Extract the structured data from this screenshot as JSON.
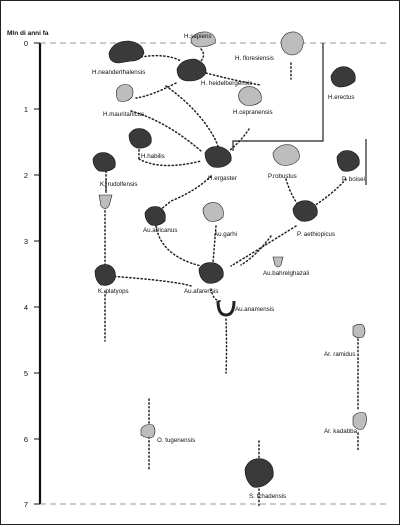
{
  "axis": {
    "title": "Mln di anni fa",
    "ticks": [
      "0",
      "1",
      "2",
      "3",
      "4",
      "5",
      "6",
      "7"
    ]
  },
  "species": {
    "h_sapiens": "H.sapiens",
    "h_floresiensis": "H. floresiensis",
    "h_neanderthalensis": "H.neanderthalensis",
    "h_heidelbergensis": "H. heidelbergensis",
    "h_mauritanicus": "H.mauritanicus",
    "h_cepranensis": "H.cepranensis",
    "h_erectus": "H.erectus",
    "h_habilis": "H.habilis",
    "h_ergaster": "H.ergaster",
    "p_robustus": "P.robustus",
    "p_boisei": "P. boisei",
    "k_rudolfensis": "K. rudolfensis",
    "au_africanus": "Au.africanus",
    "au_garhi": "Au.garhi",
    "p_aethiopicus": "P. aethiopicus",
    "au_bahrelghazali": "Au.bahrelghazali",
    "k_platyops": "K. platyops",
    "au_afarensis": "Au.afarensis",
    "au_anamensis": "Au.anamensis",
    "ar_ramidus": "Ar. ramidus",
    "o_tugenensis": "O. tugenensis",
    "ar_kadabba": "Ar. kadabba",
    "s_tchadensis": "S. tchadensis"
  }
}
